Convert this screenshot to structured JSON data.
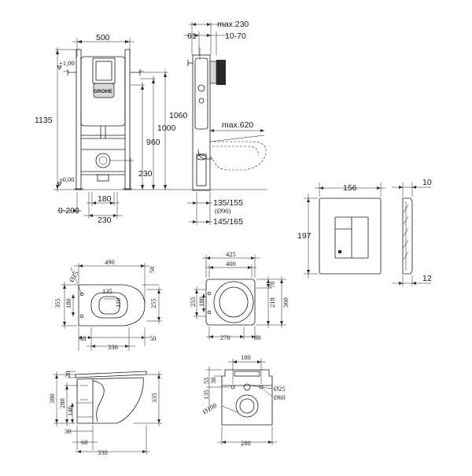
{
  "frame": {
    "front": {
      "width": "500",
      "height_total": "1135",
      "lower_width": "230",
      "outlet_width": "180",
      "adjust": "0-200",
      "level_top": "+1,00",
      "level_bottom": "±0,00",
      "h1060": "1060",
      "h1000": "1000",
      "h960": "960",
      "h230": "230",
      "brand": "GROHE"
    },
    "side": {
      "max230": "max.230",
      "d61": "61",
      "d10_70": "10-70",
      "max620": "max.620",
      "d135_155": "135/155",
      "phi90": "(Ø90)",
      "d145_165": "145/165"
    }
  },
  "plate": {
    "width": "156",
    "height": "197",
    "depth": "10",
    "depth_side": "12"
  },
  "bowl": {
    "top": {
      "length": "490",
      "d50a": "50",
      "d50b": "50",
      "d15": "Ø15",
      "d355": "355",
      "d180": "180",
      "d135": "135",
      "d110": "110",
      "d255": "255",
      "d68": "68",
      "d330": "330"
    },
    "side": {
      "d20": "20",
      "d380": "380",
      "d280": "280",
      "d140": "140",
      "d335": "335",
      "d30": "30",
      "d60": "60",
      "d330": "330"
    }
  },
  "seat": {
    "d425": "425",
    "d400": "400",
    "d70": "70",
    "d255": "255",
    "d180": "180",
    "d218": "218",
    "d360": "360",
    "d270": "270",
    "d60": "60"
  },
  "rear": {
    "d180": "180",
    "d135": "135",
    "d55": "55",
    "d30": "30",
    "phi25": "Ø25",
    "phi60": "Ø60",
    "phi100": "Ø100",
    "d280": "280"
  }
}
